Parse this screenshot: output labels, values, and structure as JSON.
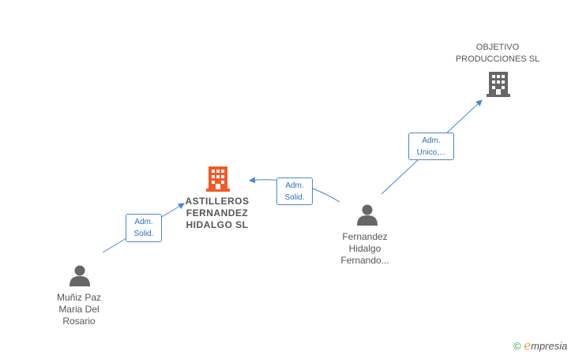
{
  "nodes": {
    "focus_company": {
      "name": "ASTILLEROS FERNANDEZ HIDALGO SL",
      "lines": [
        "ASTILLEROS",
        "FERNANDEZ",
        "HIDALGO  SL"
      ],
      "icon": "building-icon",
      "color": "#f05a28"
    },
    "other_company": {
      "name": "OBJETIVO PRODUCCIONES SL",
      "lines": [
        "OBJETIVO",
        "PRODUCCIONES SL"
      ],
      "icon": "building-icon",
      "color": "#666666"
    },
    "person_1": {
      "lines": [
        "Muñiz Paz",
        "Maria Del",
        "Rosario"
      ],
      "icon": "person-icon",
      "color": "#666666"
    },
    "person_2": {
      "lines": [
        "Fernandez",
        "Hidalgo",
        "Fernando..."
      ],
      "icon": "person-icon",
      "color": "#666666"
    }
  },
  "edges": [
    {
      "from": "person_1",
      "to": "focus_company",
      "label": [
        "Adm.",
        "Solid."
      ]
    },
    {
      "from": "person_2",
      "to": "focus_company",
      "label": [
        "Adm.",
        "Solid."
      ]
    },
    {
      "from": "person_2",
      "to": "other_company",
      "label": [
        "Adm.",
        "Unico,..."
      ]
    }
  ],
  "colors": {
    "edge": "#4a86cf"
  },
  "brand": {
    "copyright": "©",
    "e": "e",
    "rest": "mpresia"
  }
}
